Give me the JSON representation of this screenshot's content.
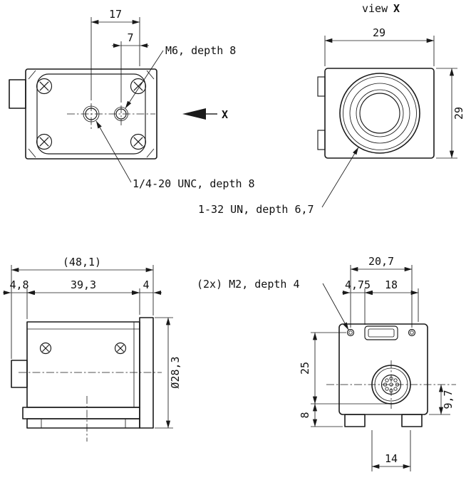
{
  "page": {
    "background": "#ffffff",
    "line_color": "#1a1a1a"
  },
  "views": {
    "bottom": {
      "dim_17": "17",
      "dim_7": "7",
      "label_m6": "M6, depth 8",
      "label_unc": "1/4-20 UNC, depth 8",
      "view_arrow": "X"
    },
    "front": {
      "title_prefix": "view",
      "title_x": "X",
      "dim_width": "29",
      "dim_height": "29",
      "label_thread": "1-32 UN, depth 6,7"
    },
    "side": {
      "dim_overall": "(48,1)",
      "dim_rear": "4,8",
      "dim_mid": "39,3",
      "dim_front": "4",
      "dim_flange_dia": "Ø28,3"
    },
    "back": {
      "dim_m2_span": "20,7",
      "dim_m2_offset": "4,75",
      "dim_usb_span": "18",
      "dim_upper": "25",
      "dim_lower": "8",
      "dim_conn_bottom": "9,7",
      "dim_conn_width": "14",
      "label_m2": "(2x) M2, depth 4"
    }
  }
}
